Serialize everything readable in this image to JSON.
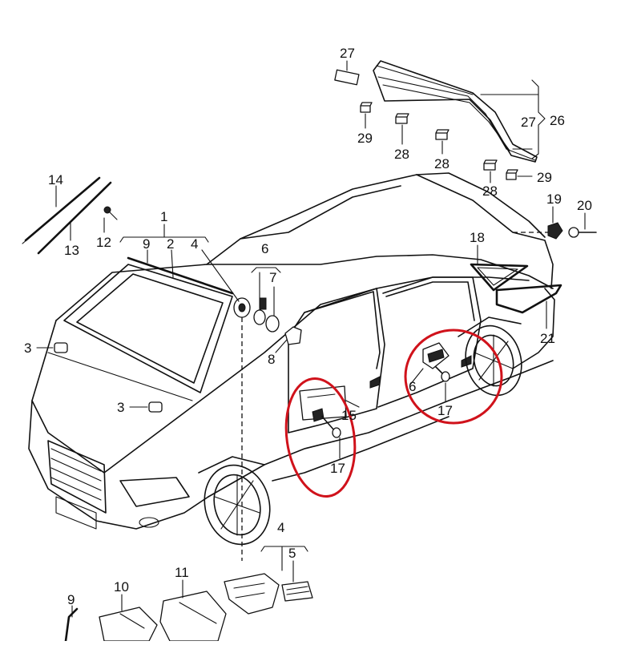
{
  "diagram": {
    "callouts": [
      {
        "id": "c27a",
        "label": "27"
      },
      {
        "id": "c27b",
        "label": "27"
      },
      {
        "id": "c26",
        "label": "26"
      },
      {
        "id": "c29a",
        "label": "29"
      },
      {
        "id": "c28a",
        "label": "28"
      },
      {
        "id": "c28b",
        "label": "28"
      },
      {
        "id": "c28c",
        "label": "28"
      },
      {
        "id": "c29b",
        "label": "29"
      },
      {
        "id": "c19",
        "label": "19"
      },
      {
        "id": "c20",
        "label": "20"
      },
      {
        "id": "c18",
        "label": "18"
      },
      {
        "id": "c21",
        "label": "21"
      },
      {
        "id": "c14",
        "label": "14"
      },
      {
        "id": "c13",
        "label": "13"
      },
      {
        "id": "c12",
        "label": "12"
      },
      {
        "id": "c1",
        "label": "1"
      },
      {
        "id": "c9a",
        "label": "9"
      },
      {
        "id": "c2",
        "label": "2"
      },
      {
        "id": "c4a",
        "label": "4"
      },
      {
        "id": "c6a",
        "label": "6"
      },
      {
        "id": "c7",
        "label": "7"
      },
      {
        "id": "c8",
        "label": "8"
      },
      {
        "id": "c3a",
        "label": "3"
      },
      {
        "id": "c3b",
        "label": "3"
      },
      {
        "id": "c15",
        "label": "15"
      },
      {
        "id": "c6b",
        "label": "6"
      },
      {
        "id": "c17a",
        "label": "17"
      },
      {
        "id": "c17b",
        "label": "17"
      },
      {
        "id": "c4b",
        "label": "4"
      },
      {
        "id": "c5",
        "label": "5"
      },
      {
        "id": "c9b",
        "label": "9"
      },
      {
        "id": "c10",
        "label": "10"
      },
      {
        "id": "c11",
        "label": "11"
      }
    ],
    "highlight_color": "#d0121b",
    "line_color": "#111111"
  }
}
